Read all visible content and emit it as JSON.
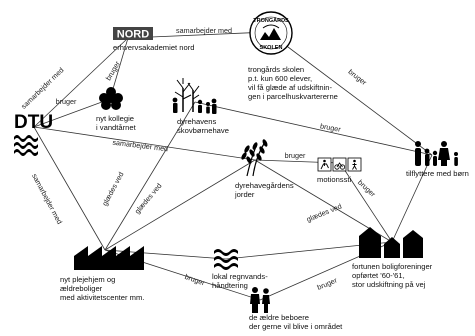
{
  "nodes": {
    "dtu": {
      "name": "DTU"
    },
    "nord": {
      "logo": "NORD",
      "label": [
        "erhvervsakademiet nord"
      ]
    },
    "trongaard": {
      "logo_text": "TRONGÅRDS SKOLEN",
      "label": [
        "trongårds skolen",
        "p.t. kun 600 elever,",
        "vil få glæde af udskiftnin-",
        "gen i parcelhuskvartererne"
      ]
    },
    "kollegie": {
      "label": [
        "nyt kollegie",
        "i vandtårnet"
      ]
    },
    "skovboernehave": {
      "label": [
        "dyrehavens",
        "skovbørnehave"
      ]
    },
    "tilflyttere": {
      "label": [
        "tilflyttere med børn"
      ]
    },
    "joerder": {
      "label": [
        "dyrehavegårdens",
        "jorder"
      ]
    },
    "motionssti": {
      "label": [
        "motionssti"
      ]
    },
    "regnvand": {
      "label": [
        "lokal regnvands-",
        "håndtering"
      ]
    },
    "plejehjem": {
      "label": [
        "nyt plejehjem og",
        "ældreboliger",
        "med aktivitetscenter mm."
      ]
    },
    "boligforeninger": {
      "label": [
        "fortunen boligforeninger",
        "opførtet '60-'61,",
        "stor udskiftning på vej"
      ]
    },
    "aeldre": {
      "label": [
        "de ældre beboere",
        "der gerne vil blive i området"
      ]
    }
  },
  "edges": [
    {
      "from": "nord",
      "to": "trongaard",
      "label": "samarbejder med"
    },
    {
      "from": "dtu",
      "to": "nord",
      "label": "samarbejder med"
    },
    {
      "from": "kollegie",
      "to": "nord",
      "label": "bruger"
    },
    {
      "from": "dtu",
      "to": "kollegie",
      "label": "bruger"
    },
    {
      "from": "dtu",
      "to": "joerder",
      "label": "samarbejder med"
    },
    {
      "from": "dtu",
      "to": "plejehjem",
      "label": "samarbejder med"
    },
    {
      "from": "trongaard",
      "to": "tilflyttere",
      "label": "bruger"
    },
    {
      "from": "skovboernehave",
      "to": "tilflyttere",
      "label": "bruger"
    },
    {
      "from": "joerder",
      "to": "motionssti",
      "label": "bruger"
    },
    {
      "from": "motionssti",
      "to": "boligforeninger",
      "label": "bruger"
    },
    {
      "from": "joerder",
      "to": "boligforeninger",
      "label": "glædes ved"
    },
    {
      "from": "plejehjem",
      "to": "skovboernehave",
      "label": "glædes ved"
    },
    {
      "from": "plejehjem",
      "to": "joerder",
      "label": "glædes ved"
    },
    {
      "from": "tilflyttere",
      "to": "boligforeninger",
      "label": ""
    },
    {
      "from": "aeldre",
      "to": "plejehjem",
      "label": "bruger"
    },
    {
      "from": "aeldre",
      "to": "boligforeninger",
      "label": "bruger"
    },
    {
      "from": "regnvand",
      "to": "plejehjem",
      "label": ""
    },
    {
      "from": "regnvand",
      "to": "boligforeninger",
      "label": ""
    }
  ],
  "icons": {
    "dtu": "dtu-logo-icon",
    "nord": "nord-logo-icon",
    "trongaard": "school-seal-icon",
    "kollegie": "tower-flower-icon",
    "skovboernehave": "trees-children-icon",
    "tilflyttere": "family-icon",
    "joerder": "wheat-icon",
    "motionssti": "walking-cycling-icon",
    "regnvand": "water-waves-icon",
    "plejehjem": "buildings-icon",
    "boligforeninger": "houses-icon",
    "aeldre": "elderly-couple-icon"
  }
}
